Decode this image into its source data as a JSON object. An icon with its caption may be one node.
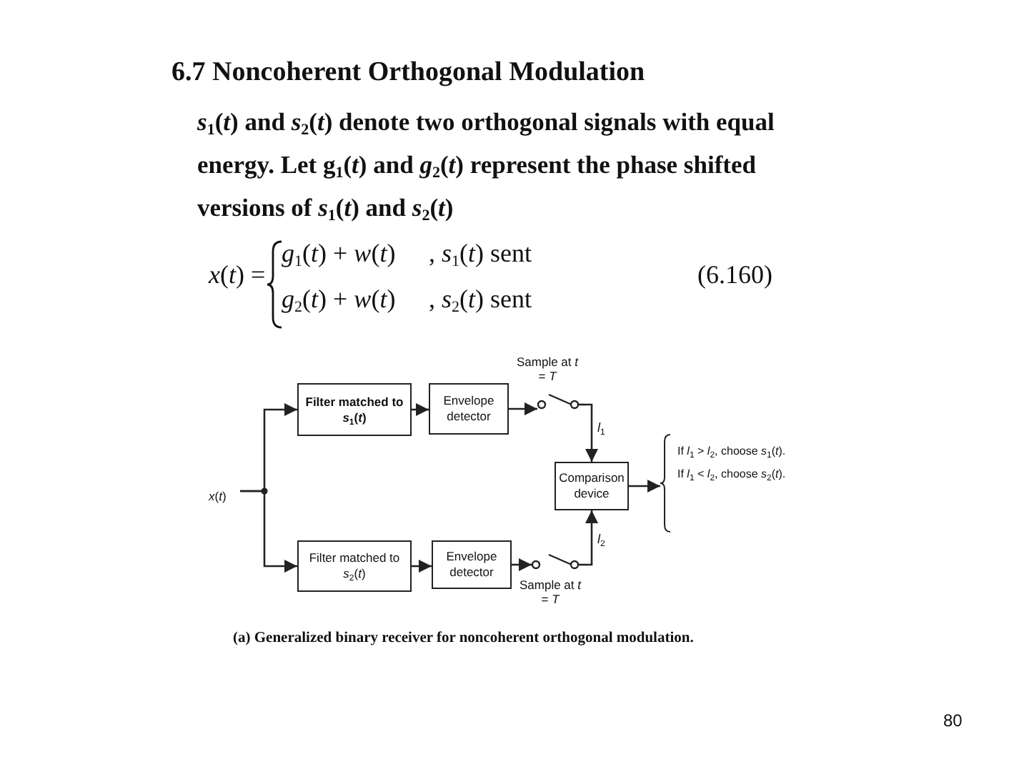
{
  "diagram": {
    "title": "6.7 Noncoherent Orthogonal Modulation",
    "caption": "(a) Generalized binary receiver for noncoherent orthogonal modulation.",
    "nodes": [
      {
        "text": [
          "Filter matched to *s*$_{1}$(*t*)"
        ]
      },
      {
        "text": [
          "Envelope detector"
        ]
      },
      {
        "text": [],
        "shape": "switch",
        "beside": [
          "Sample at *t* = *T*"
        ]
      },
      {
        "text": [
          "*x*(*t*)"
        ]
      },
      {
        "text": [
          "Comparison device"
        ]
      },
      {
        "text": [
          "If *l*$_{1}$ > *l*$_{2}$, choose *s*$_{1}$(*t*).",
          "If *l*$_{1}$ < *l*$_{2}$, choose *s*$_{2}$(*t*)."
        ]
      },
      {
        "text": [
          "Filter matched to *s*$_{2}$(*t*)"
        ]
      },
      {
        "text": [
          "Envelope detector"
        ]
      },
      {
        "text": [],
        "shape": "switch",
        "beside": [
          "Sample at *t* = *T*"
        ]
      }
    ],
    "edges": [
      {
        "from": 3,
        "to": 0,
        "arrow": "to"
      },
      {
        "from": 3,
        "to": 6,
        "arrow": "to"
      },
      {
        "from": 0,
        "to": 1,
        "arrow": "to"
      },
      {
        "from": 6,
        "to": 7,
        "arrow": "to"
      },
      {
        "from": 1,
        "to": 2,
        "arrow": "to"
      },
      {
        "from": 7,
        "to": 8,
        "arrow": "to"
      },
      {
        "from": 2,
        "to": 4,
        "arrow": "to",
        "label": "*l*$_{1}$"
      },
      {
        "from": 8,
        "to": 4,
        "arrow": "to",
        "label": "*l*$_{2}$"
      },
      {
        "from": 4,
        "to": 5,
        "arrow": "to"
      }
    ],
    "labels": [
      "*s*$_{1}$(*t*) and *s*$_{2}$(*t*) denote two orthogonal signals with equal energy. Let g$_{1}$(*t*) and *g*$_{2}$(*t*) represent the phase shifted versions of *s*$_{1}$(*t*) and *s*$_{2}$(*t*)",
      "*x*(*t*) =",
      "*g*$_{1}$(*t*) + *w*(*t*)",
      ",   *s*$_{1}$(*t*) sent",
      "*g*$_{2}$(*t*) + *w*(*t*)",
      ",   *s*$_{2}$(*t*) sent",
      "(6.160)",
      "80"
    ]
  }
}
